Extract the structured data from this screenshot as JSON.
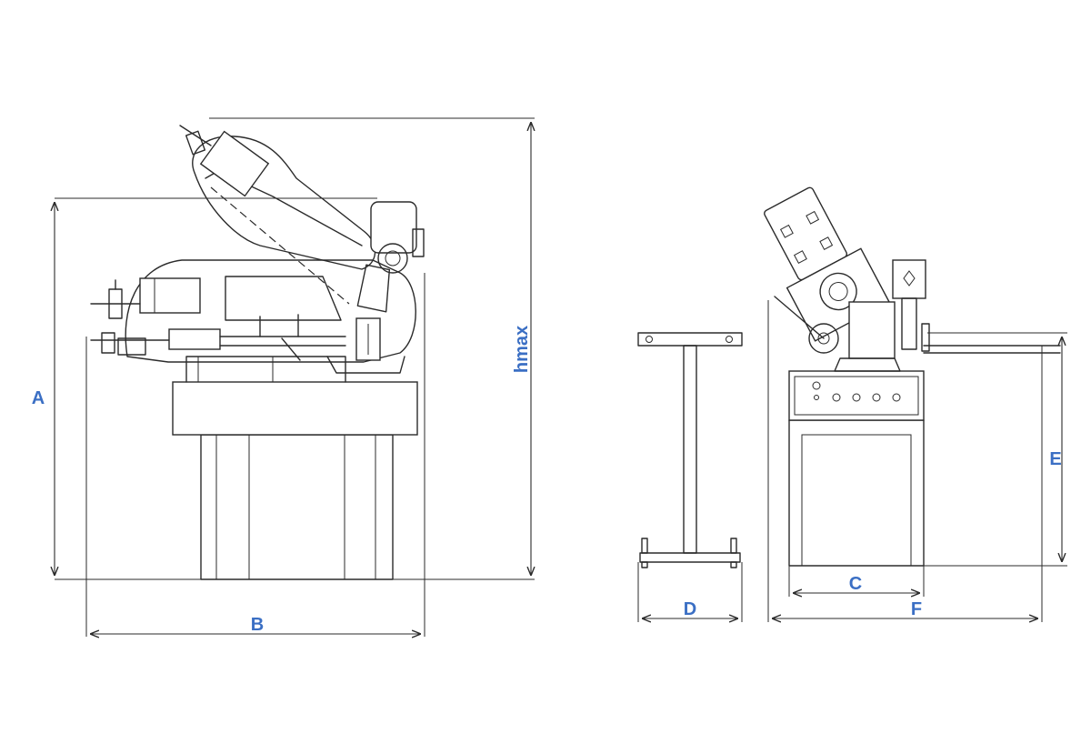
{
  "label_color": "#3b6fc4",
  "line_color": "#2b2b2b",
  "dimensions": {
    "A": "A",
    "B": "B",
    "hmax": "hmax",
    "C": "C",
    "D": "D",
    "E": "E",
    "F": "F"
  }
}
